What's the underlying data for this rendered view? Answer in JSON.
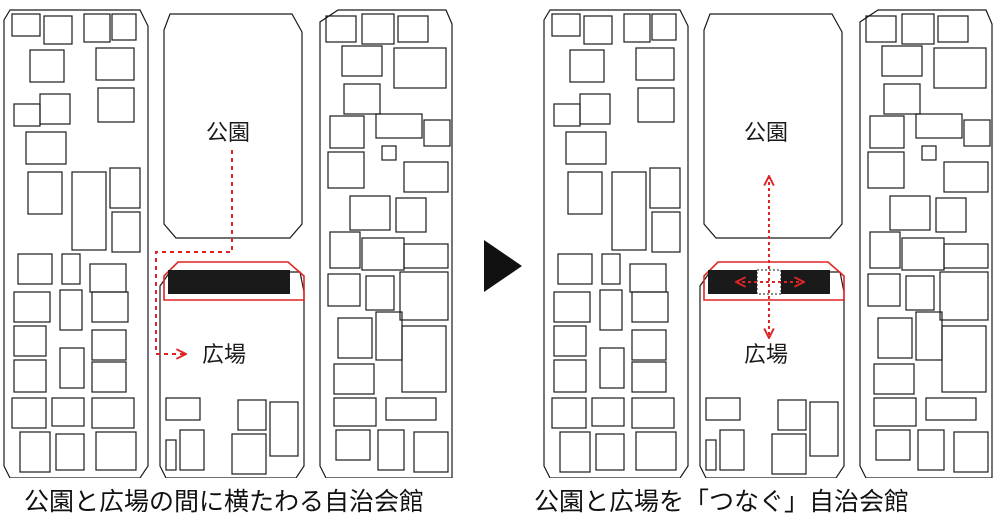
{
  "labels": {
    "park": "公園",
    "plaza": "広場"
  },
  "captions": {
    "left": "公園と広場の間に横たわる自治会館",
    "right": "公園と広場を「つなぐ」自治会館"
  },
  "colors": {
    "line": "#1a1a1a",
    "accent": "#e02424",
    "hall": "#1a1a1a"
  },
  "icons": {
    "transition": "play-triangle-icon"
  }
}
